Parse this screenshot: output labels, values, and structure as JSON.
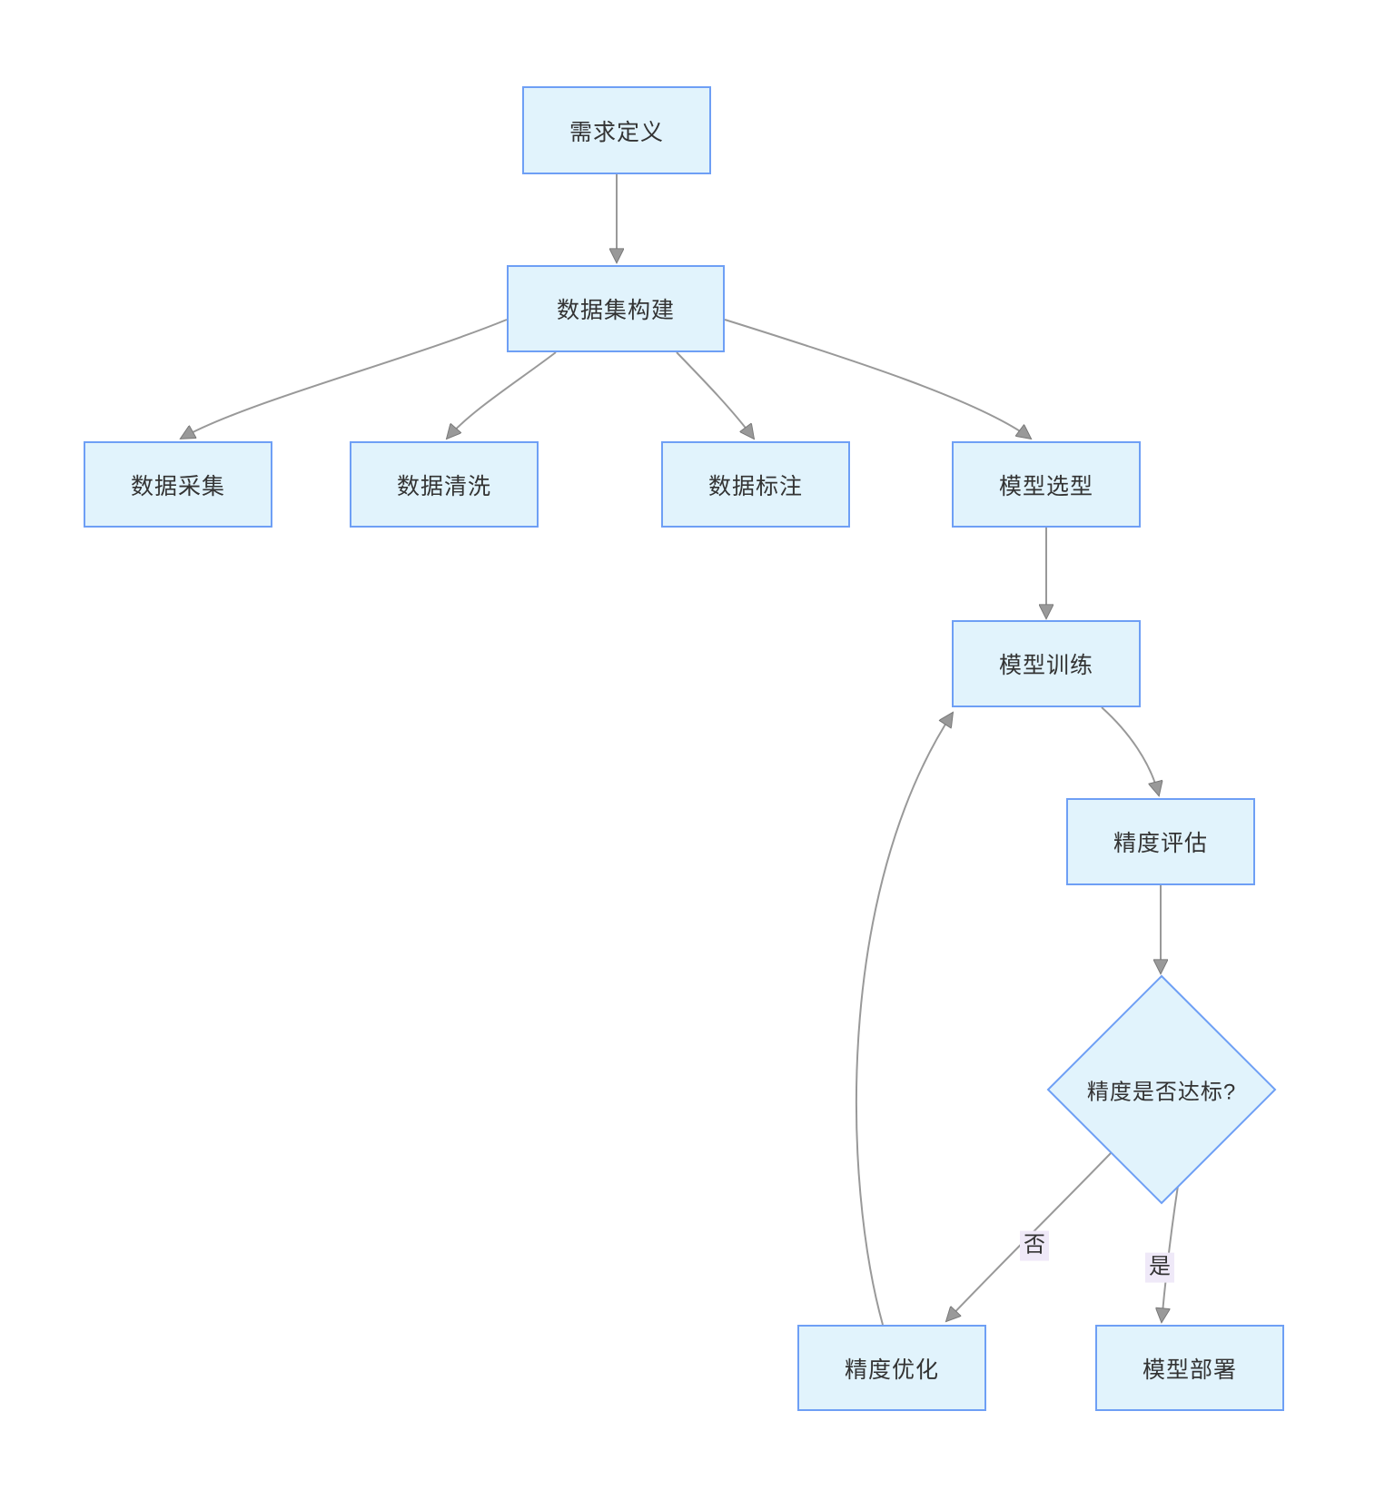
{
  "diagram": {
    "type": "flowchart",
    "direction": "top-down",
    "nodes": [
      {
        "id": "requirements-definition",
        "label": "需求定义",
        "shape": "rect"
      },
      {
        "id": "dataset-construction",
        "label": "数据集构建",
        "shape": "rect"
      },
      {
        "id": "data-collection",
        "label": "数据采集",
        "shape": "rect"
      },
      {
        "id": "data-cleaning",
        "label": "数据清洗",
        "shape": "rect"
      },
      {
        "id": "data-annotation",
        "label": "数据标注",
        "shape": "rect"
      },
      {
        "id": "model-selection",
        "label": "模型选型",
        "shape": "rect"
      },
      {
        "id": "model-training",
        "label": "模型训练",
        "shape": "rect"
      },
      {
        "id": "accuracy-evaluation",
        "label": "精度评估",
        "shape": "rect"
      },
      {
        "id": "accuracy-check",
        "label": "精度是否达标?",
        "shape": "diamond"
      },
      {
        "id": "accuracy-optimization",
        "label": "精度优化",
        "shape": "rect"
      },
      {
        "id": "model-deployment",
        "label": "模型部署",
        "shape": "rect"
      }
    ],
    "edges": [
      {
        "from": "requirements-definition",
        "to": "dataset-construction",
        "label": ""
      },
      {
        "from": "dataset-construction",
        "to": "data-collection",
        "label": ""
      },
      {
        "from": "dataset-construction",
        "to": "data-cleaning",
        "label": ""
      },
      {
        "from": "dataset-construction",
        "to": "data-annotation",
        "label": ""
      },
      {
        "from": "dataset-construction",
        "to": "model-selection",
        "label": ""
      },
      {
        "from": "model-selection",
        "to": "model-training",
        "label": ""
      },
      {
        "from": "model-training",
        "to": "accuracy-evaluation",
        "label": ""
      },
      {
        "from": "accuracy-evaluation",
        "to": "accuracy-check",
        "label": ""
      },
      {
        "from": "accuracy-check",
        "to": "accuracy-optimization",
        "label": "否"
      },
      {
        "from": "accuracy-check",
        "to": "model-deployment",
        "label": "是"
      },
      {
        "from": "accuracy-optimization",
        "to": "model-training",
        "label": ""
      }
    ]
  },
  "colors": {
    "node-fill": "#e1f3fc",
    "node-border": "#6e9ff5",
    "node-text": "#333333",
    "edge": "#999999",
    "edge-label-bg": "#efe9f8",
    "canvas-bg": "#ffffff"
  }
}
